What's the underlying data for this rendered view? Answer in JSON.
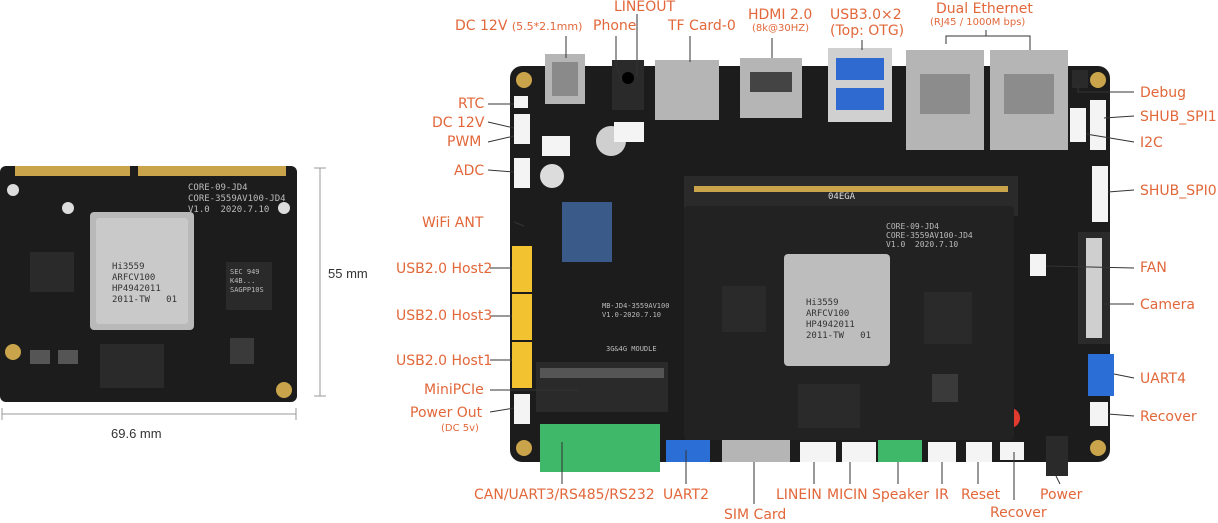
{
  "dimensions": {
    "height": "55 mm",
    "width": "69.6 mm"
  },
  "core_module": {
    "silk": "CORE-09-JD4\nCORE-3559AV100-JD4\nV1.0  2020.7.10",
    "soc_text": "Hi3559\nARFCV100\nHP4942011\n2011-TW   01",
    "mem_text": "SEC 949\nK4B...\nSAGPP10S"
  },
  "board": {
    "silk_main": "MB-JD4-3559AV100\nV1.0-2020.7.10",
    "silk_4g": "3G&4G MOUDLE",
    "core_silk": "CORE-09-JD4\nCORE-3559AV100-JD4\nV1.0  2020.7.10",
    "soc_text": "Hi3559\nARFCV100\nHP4942011\n2011-TW   01",
    "connector_text": "04EGA"
  },
  "labels": {
    "dc12v_top": "DC 12V",
    "dc12v_top_sub": "(5.5*2.1mm)",
    "phone": "Phone",
    "lineout": "LINEOUT",
    "tfcard": "TF Card-0",
    "hdmi": "HDMI 2.0",
    "hdmi_sub": "(8k@30HZ)",
    "usb3": "USB3.0×2",
    "usb3_sub": "(Top: OTG)",
    "dual_eth": "Dual Ethernet",
    "dual_eth_sub": "(RJ45 / 1000M bps)",
    "rtc": "RTC",
    "dc12v_left": "DC 12V",
    "pwm": "PWM",
    "adc": "ADC",
    "wifi": "WiFi ANT",
    "host2": "USB2.0 Host2",
    "host3": "USB2.0 Host3",
    "host1": "USB2.0 Host1",
    "minipcie": "MiniPCIe",
    "powerout": "Power Out",
    "powerout_sub": "(DC 5v)",
    "debug": "Debug",
    "shub_spi1": "SHUB_SPI1",
    "i2c": "I2C",
    "shub_spi0": "SHUB_SPI0",
    "fan": "FAN",
    "camera": "Camera",
    "uart4": "UART4",
    "recover_right": "Recover",
    "can": "CAN/UART3/RS485/RS232",
    "uart2": "UART2",
    "simcard": "SIM Card",
    "linein": "LINEIN",
    "micin": "MICIN",
    "speaker": "Speaker",
    "ir": "IR",
    "reset": "Reset",
    "recover_bottom": "Recover",
    "power": "Power"
  },
  "colors": {
    "label": "#e2673a",
    "pcb": "#1c1c1c",
    "gold": "#c9a44a",
    "terminal": "#3fb86a",
    "usb2": "#f2c230",
    "uart": "#2b6fd6"
  }
}
